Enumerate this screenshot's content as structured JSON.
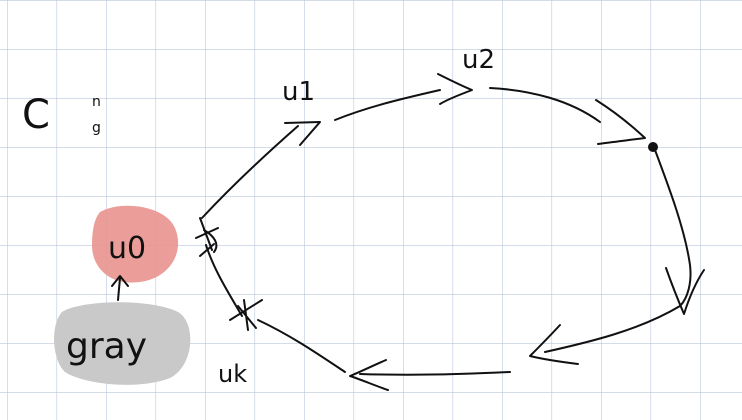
{
  "labels": {
    "cycle_symbol": "C",
    "cycle_sup": "n",
    "cycle_sub": "g",
    "u1": "u1",
    "u2": "u2",
    "u0": "u0",
    "uk": "uk",
    "gray": "gray"
  },
  "colors": {
    "grid": "#b9c7dc",
    "ink": "#111111",
    "highlight_red": "#e9938e",
    "highlight_gray": "#c9c9c9"
  },
  "icons": [
    "cycle-arrow-icon",
    "up-arrow-icon"
  ]
}
